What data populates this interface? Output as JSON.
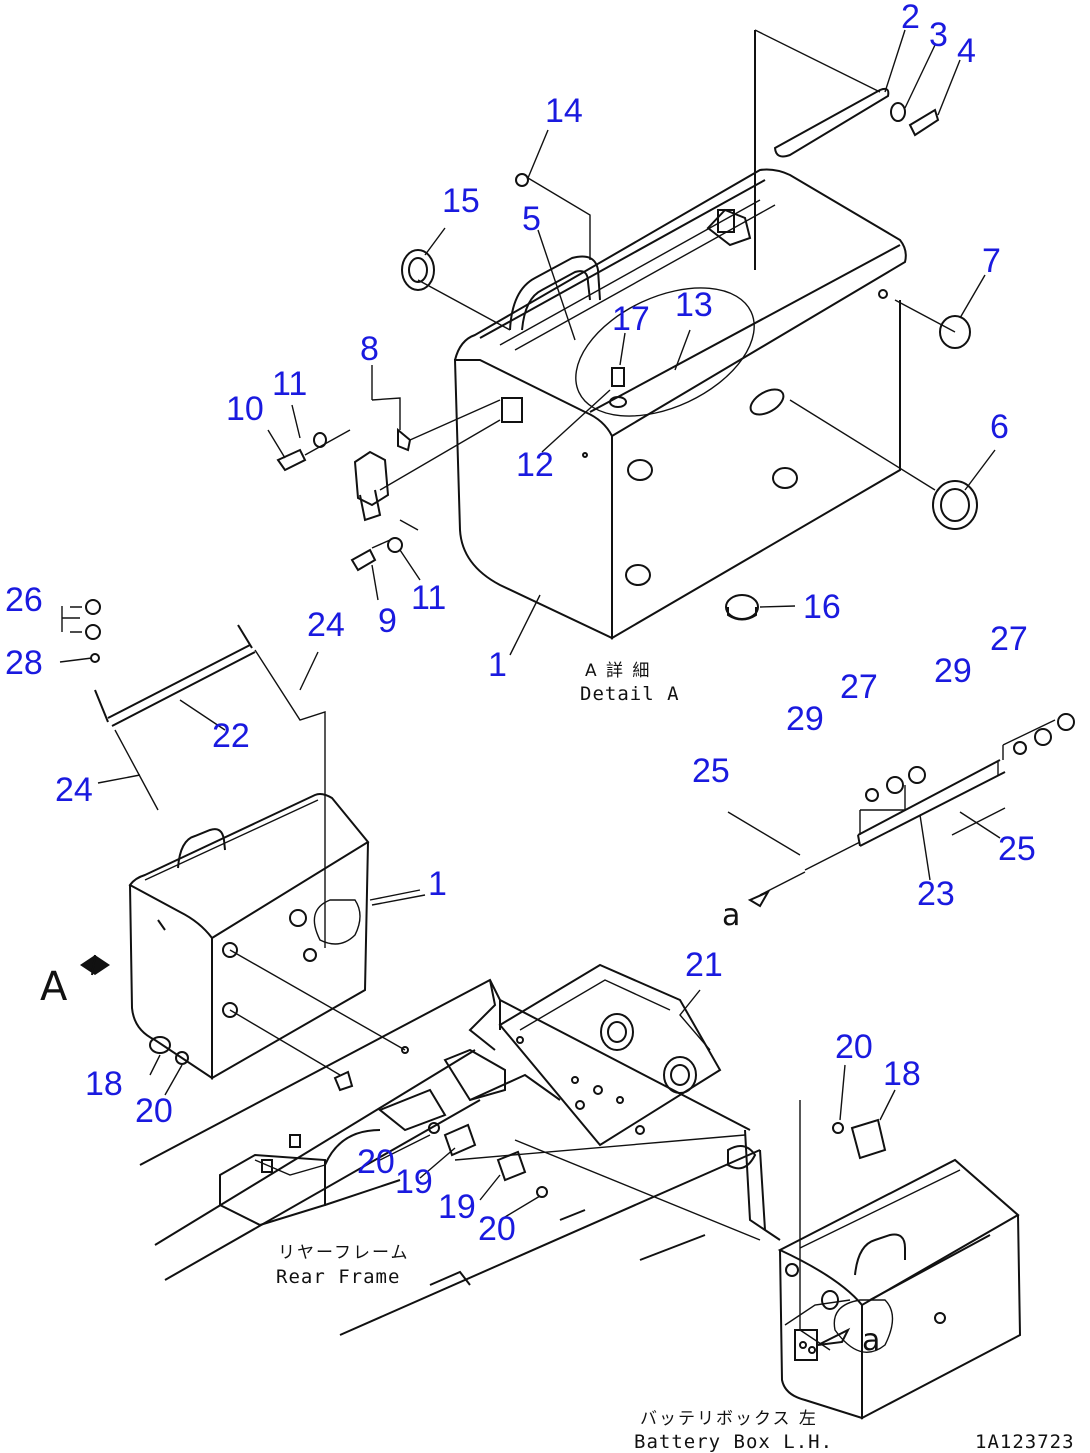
{
  "callouts": [
    {
      "id": "c2",
      "text": "2"
    },
    {
      "id": "c3",
      "text": "3"
    },
    {
      "id": "c4",
      "text": "4"
    },
    {
      "id": "c14",
      "text": "14"
    },
    {
      "id": "c15",
      "text": "15"
    },
    {
      "id": "c5",
      "text": "5"
    },
    {
      "id": "c7",
      "text": "7"
    },
    {
      "id": "c17",
      "text": "17"
    },
    {
      "id": "c13",
      "text": "13"
    },
    {
      "id": "c8",
      "text": "8"
    },
    {
      "id": "c11a",
      "text": "11"
    },
    {
      "id": "c10",
      "text": "10"
    },
    {
      "id": "c12",
      "text": "12"
    },
    {
      "id": "c6",
      "text": "6"
    },
    {
      "id": "c26",
      "text": "26"
    },
    {
      "id": "c24a",
      "text": "24"
    },
    {
      "id": "c9",
      "text": "9"
    },
    {
      "id": "c11b",
      "text": "11"
    },
    {
      "id": "c16",
      "text": "16"
    },
    {
      "id": "c28",
      "text": "28"
    },
    {
      "id": "c1a",
      "text": "1"
    },
    {
      "id": "c27a",
      "text": "27"
    },
    {
      "id": "c29a",
      "text": "29"
    },
    {
      "id": "c27b",
      "text": "27"
    },
    {
      "id": "c22",
      "text": "22"
    },
    {
      "id": "c29b",
      "text": "29"
    },
    {
      "id": "c25a",
      "text": "25"
    },
    {
      "id": "c24b",
      "text": "24"
    },
    {
      "id": "c25b",
      "text": "25"
    },
    {
      "id": "c1b",
      "text": "1"
    },
    {
      "id": "c23",
      "text": "23"
    },
    {
      "id": "c21",
      "text": "21"
    },
    {
      "id": "c20a",
      "text": "20"
    },
    {
      "id": "c18a",
      "text": "18"
    },
    {
      "id": "c18b",
      "text": "18"
    },
    {
      "id": "c20b",
      "text": "20"
    },
    {
      "id": "c20c",
      "text": "20"
    },
    {
      "id": "c19a",
      "text": "19"
    },
    {
      "id": "c19b",
      "text": "19"
    },
    {
      "id": "c20d",
      "text": "20"
    }
  ],
  "labels": {
    "detail_a_jp": "A 詳 細",
    "detail_a_en": "Detail A",
    "view_a": "A",
    "ref_a_lower": "a",
    "rear_frame_jp": "リヤーフレーム",
    "rear_frame_en": "Rear Frame",
    "battery_box_jp": "バッテリボックス 左",
    "battery_box_en": "Battery Box L.H.",
    "drawing_code": "1A123723"
  },
  "colors": {
    "callout": "#1a1adf",
    "line": "#111111",
    "background": "#ffffff"
  }
}
